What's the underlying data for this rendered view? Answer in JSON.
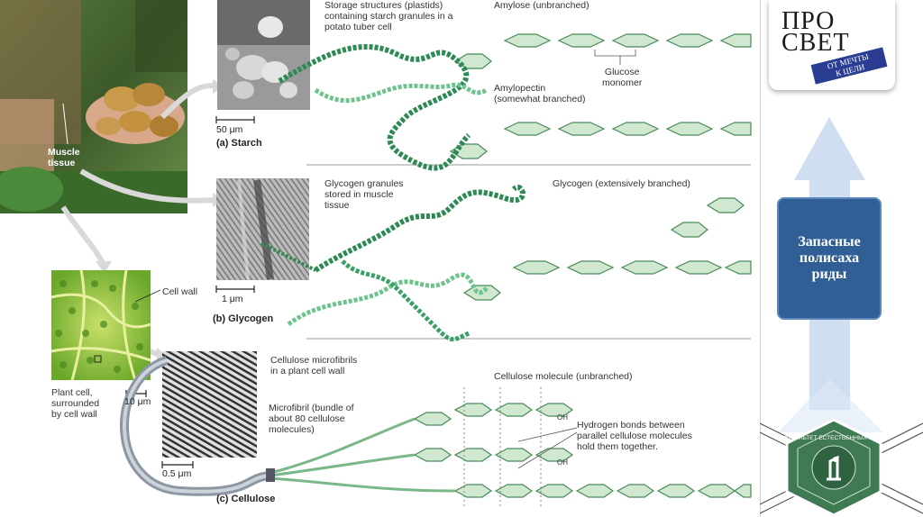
{
  "slide": {
    "title": "Запасные\nполисаха\nриды"
  },
  "logo": {
    "main_line1": "ПРО",
    "main_line2": "СВЕТ",
    "ribbon": "ОТ МЕЧТЫ\nК ЦЕЛИ"
  },
  "emblem": {
    "text": "ФАКУЛЬТЕТ ЕСТЕСТВЕННЫХ НАУК"
  },
  "figure": {
    "muscle_tissue": "Muscle\ntissue",
    "starch_storage": "Storage structures (plastids)\ncontaining starch granules in a\npotato tuber cell",
    "amylose": "Amylose (unbranched)",
    "glucose_monomer": "Glucose\nmonomer",
    "amylopectin": "Amylopectin\n(somewhat branched)",
    "scale_starch": "50 μm",
    "title_starch": "(a) Starch",
    "glycogen_granules": "Glycogen granules\nstored in muscle\ntissue",
    "glycogen_branched": "Glycogen (extensively branched)",
    "scale_glycogen": "1 μm",
    "title_glycogen": "(b) Glycogen",
    "cell_wall": "Cell wall",
    "plant_cell": "Plant cell,\nsurrounded\nby cell wall",
    "scale_plant": "10 μm",
    "cellulose_microfibrils": "Cellulose microfibrils\nin a plant cell wall",
    "cellulose_molecule": "Cellulose molecule (unbranched)",
    "microfibril": "Microfibril (bundle of\nabout 80 cellulose\nmolecules)",
    "hydrogen_bonds": "Hydrogen bonds between\nparallel cellulose molecules\nhold them together.",
    "oh1": "OH",
    "oh2": "OH",
    "scale_cellulose": "0.5 μm",
    "title_cellulose": "(c) Cellulose"
  }
}
